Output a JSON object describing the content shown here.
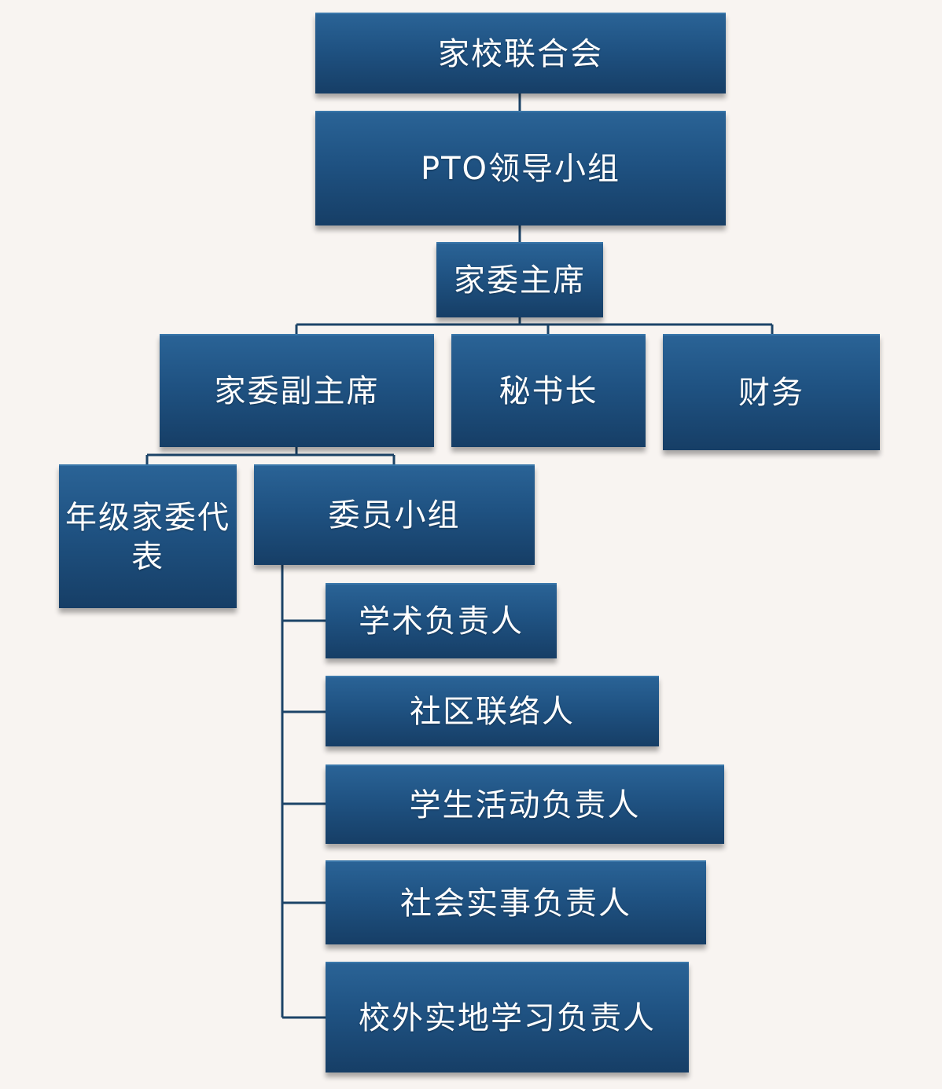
{
  "nodes": {
    "root": "家校联合会",
    "pto": "PTO领导小组",
    "chair": "家委主席",
    "vice_chair": "家委副主席",
    "secretary": "秘书长",
    "finance": "财务",
    "grade_rep": "年级家委代表",
    "committee": "委员小组",
    "academic": "学术负责人",
    "community": "社区联络人",
    "student_activity": "学生活动负责人",
    "social_practice": "社会实事负责人",
    "field_study": "校外实地学习负责人"
  },
  "colors": {
    "node_fill": "#1f5282",
    "line": "#1c4468",
    "background": "#f8f4f1",
    "text": "#ffffff"
  }
}
